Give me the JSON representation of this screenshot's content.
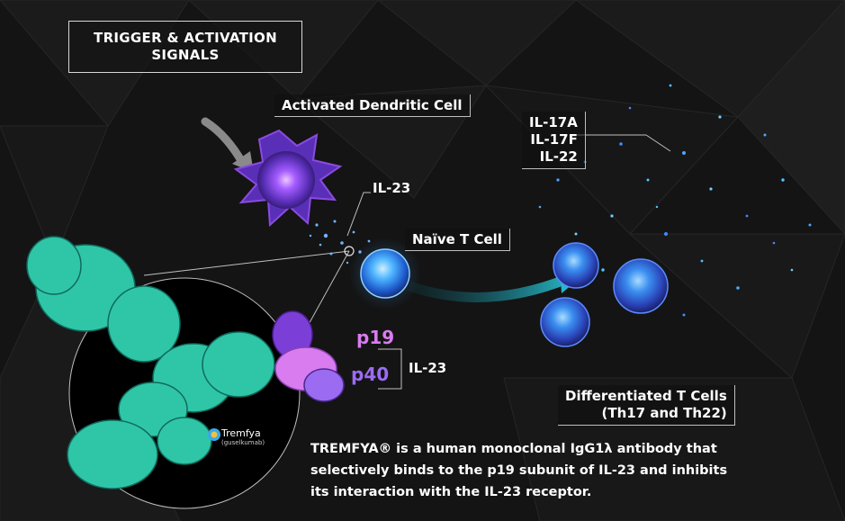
{
  "title": {
    "line1": "TRIGGER & ACTIVATION",
    "line2": "SIGNALS"
  },
  "labels": {
    "dendritic_cell": "Activated Dendritic Cell",
    "il23_top": "IL-23",
    "naive_t_cell": "Naïve T Cell",
    "cytokines": [
      "IL-17A",
      "IL-17F",
      "IL-22"
    ],
    "p19": "p19",
    "p40": "p40",
    "il23_bracket": "IL-23",
    "differentiated_line1": "Differentiated T Cells",
    "differentiated_line2": "(Th17 and Th22)"
  },
  "logo": {
    "brand": "Tremfya",
    "generic": "(guselkumab)"
  },
  "description": {
    "line1": "TREMFYA® is a human monoclonal IgG1λ antibody that",
    "line2": "selectively binds to the p19 subunit of IL-23 and inhibits",
    "line3": "its interaction with the IL-23 receptor."
  },
  "colors": {
    "background": "#141414",
    "antibody": "#2fc6a8",
    "p19": "#d87cf0",
    "p40": "#9b6cf2",
    "t_cell": "#3aa8f5",
    "dendritic": "#8a4be0"
  }
}
